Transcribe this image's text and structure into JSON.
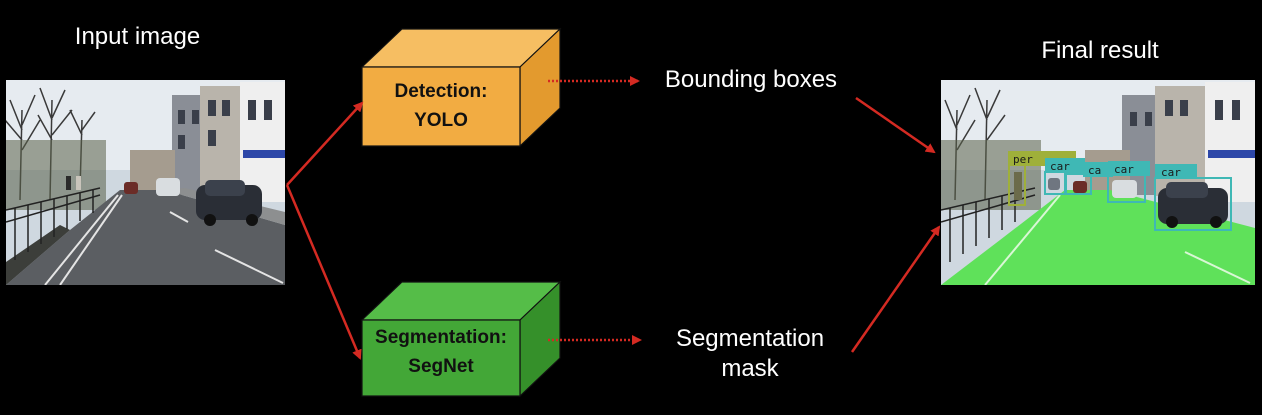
{
  "labels": {
    "input_title": "Input image",
    "final_title": "Final result",
    "bounding_boxes": "Bounding boxes",
    "segmentation_mask_line1": "Segmentation",
    "segmentation_mask_line2": "mask"
  },
  "detection_box": {
    "line1": "Detection:",
    "line2": "YOLO",
    "color": "#f2ac42"
  },
  "segmentation_box": {
    "line1": "Segmentation:",
    "line2": "SegNet",
    "color": "#43a737"
  },
  "arrow_color": "#d42a22",
  "mask_color": "#5fe15a",
  "detections": [
    "per",
    "car",
    "ca",
    "car",
    "car"
  ]
}
